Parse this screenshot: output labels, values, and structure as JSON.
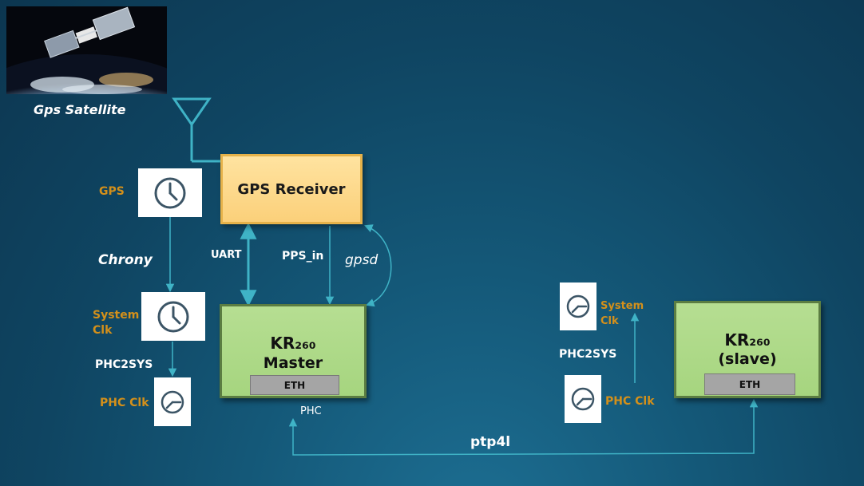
{
  "satellite": {
    "caption": "Gps Satellite"
  },
  "gps_receiver": {
    "label": "GPS Receiver"
  },
  "master": {
    "line1": "KR₂₆₀",
    "line2": "Master",
    "eth": "ETH",
    "phc": "PHC"
  },
  "slave": {
    "line1": "KR₂₆₀",
    "line2": "(slave)",
    "eth": "ETH"
  },
  "labels": {
    "gps": "GPS",
    "chrony": "Chrony",
    "uart": "UART",
    "pps_in": "PPS_in",
    "gpsd": "gpsd",
    "system_clk_left": "System Clk",
    "phc2sys_left": "PHC2SYS",
    "phc_clk_left": "PHC Clk",
    "system_clk_right": "System Clk",
    "phc2sys_right": "PHC2SYS",
    "phc_clk_right": "PHC Clk",
    "ptp4l": "ptp4l"
  },
  "icons": {
    "analog_clock": "clock-icon",
    "phc_gauge": "gauge-icon",
    "antenna": "antenna-icon"
  },
  "colors": {
    "background": "#0f4562",
    "connector": "#3fb3c6",
    "receiver_fill": "#fbd07a",
    "board_fill": "#a6d57f",
    "eth_fill": "#a5a5a5",
    "orange_label": "#d4901a"
  }
}
